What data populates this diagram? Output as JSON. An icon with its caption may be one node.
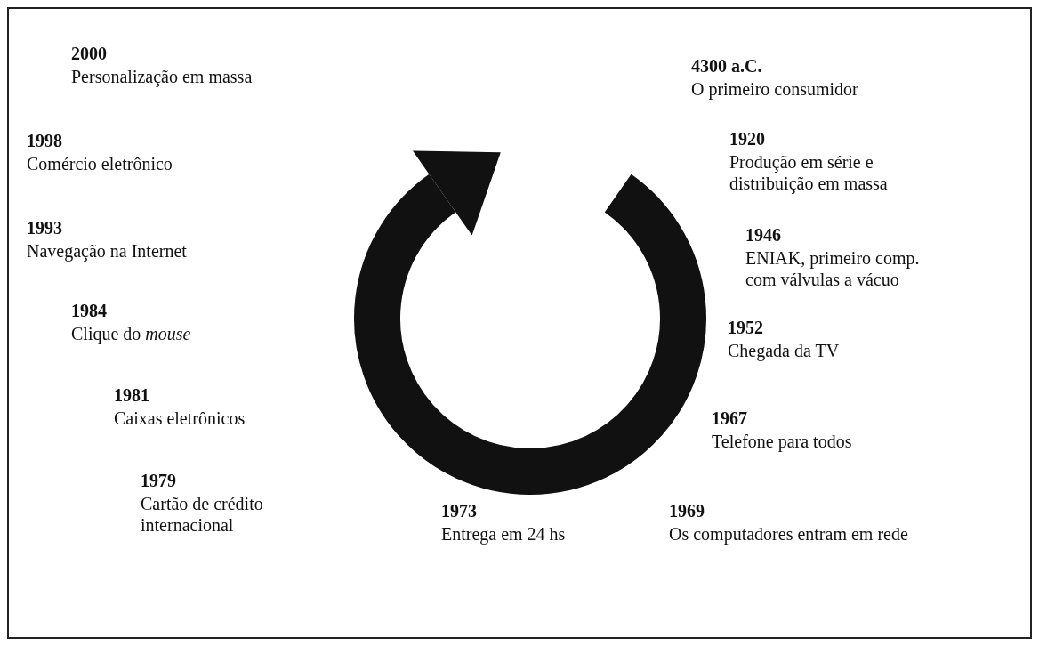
{
  "diagram": {
    "labels": [
      "2000",
      "Personalização em massa",
      "4300 a.C.",
      "O primeiro consumidor",
      "1998",
      "Comércio eletrônico",
      "1920",
      "Produção em série e distribuição em massa",
      "1993",
      "Navegação na Internet",
      "1946",
      "ENIAK, primeiro comp. com válvulas a vácuo",
      "1984",
      "Clique do *mouse*",
      "1952",
      "Chegada da TV",
      "1981",
      "Caixas eletrônicos",
      "1967",
      "Telefone para todos",
      "1979",
      "Cartão de crédito internacional",
      "1973",
      "Entrega em 24 hs",
      "1969",
      "Os computadores entram em rede"
    ]
  }
}
